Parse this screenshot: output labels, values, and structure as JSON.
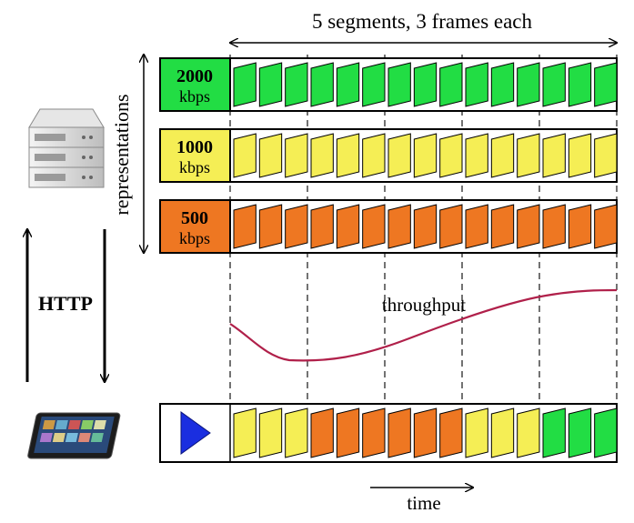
{
  "header": {
    "segments_label": "5 segments, 3 frames each"
  },
  "representations_label": "representations",
  "http_label": "HTTP",
  "throughput_label": "throughput",
  "time_label": "time",
  "colors": {
    "green": "#22dd44",
    "yellow": "#f5ee55",
    "orange": "#ee7722",
    "curve": "#b0204a",
    "play": "#1a2ee0",
    "server": "#d8d8d8",
    "tablet": "#222222"
  },
  "representations": [
    {
      "bitrate": "2000",
      "unit": "kbps",
      "color": "#22dd44"
    },
    {
      "bitrate": "1000",
      "unit": "kbps",
      "color": "#f5ee55"
    },
    {
      "bitrate": "500",
      "unit": "kbps",
      "color": "#ee7722"
    }
  ],
  "playback": {
    "segment_colors": [
      "#f5ee55",
      "#ee7722",
      "#ee7722",
      "#f5ee55",
      "#22dd44"
    ]
  },
  "icons": {
    "server": "server-icon",
    "tablet": "tablet-icon",
    "play": "play-icon"
  }
}
